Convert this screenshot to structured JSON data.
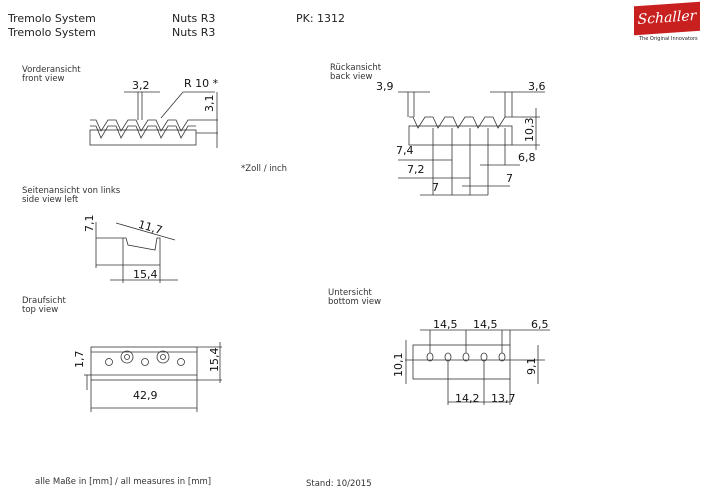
{
  "header": {
    "row1": {
      "product": "Tremolo System",
      "model": "Nuts R3",
      "pk": "PK: 1312"
    },
    "row2": {
      "product": "Tremolo System",
      "model": "Nuts R3"
    }
  },
  "logo": {
    "brand": "Schaller",
    "tagline": "The Original Innovators",
    "color": "#c8201f"
  },
  "front_view": {
    "label_de": "Vorderansicht",
    "label_en": "front view",
    "dims": {
      "width": "3,2",
      "radius": "R 10 *",
      "height": "3,1"
    }
  },
  "note": "*Zoll / inch",
  "back_view": {
    "label_de": "Rückansicht",
    "label_en": "back view",
    "dims": {
      "left": "3,9",
      "right": "3,6",
      "height": "10,3",
      "d1": "7,4",
      "d2": "6,8",
      "d3": "7,2",
      "d4": "7",
      "d5": "7"
    }
  },
  "side_view": {
    "label_de": "Seitenansicht von links",
    "label_en": "side view left",
    "dims": {
      "height": "7,1",
      "slope": "11,7",
      "width": "15,4"
    }
  },
  "top_view": {
    "label_de": "Draufsicht",
    "label_en": "top view",
    "dims": {
      "offset": "1,7",
      "depth": "15,4",
      "length": "42,9"
    }
  },
  "bottom_view": {
    "label_de": "Untersicht",
    "label_en": "bottom view",
    "dims": {
      "a": "14,5",
      "b": "14,5",
      "c": "6,5",
      "h1": "10,1",
      "h2": "9,1",
      "d": "14,2",
      "e": "13,7"
    }
  },
  "footer": {
    "measures": "alle Maße in [mm] / all measures in [mm]",
    "date": "Stand: 10/2015"
  }
}
